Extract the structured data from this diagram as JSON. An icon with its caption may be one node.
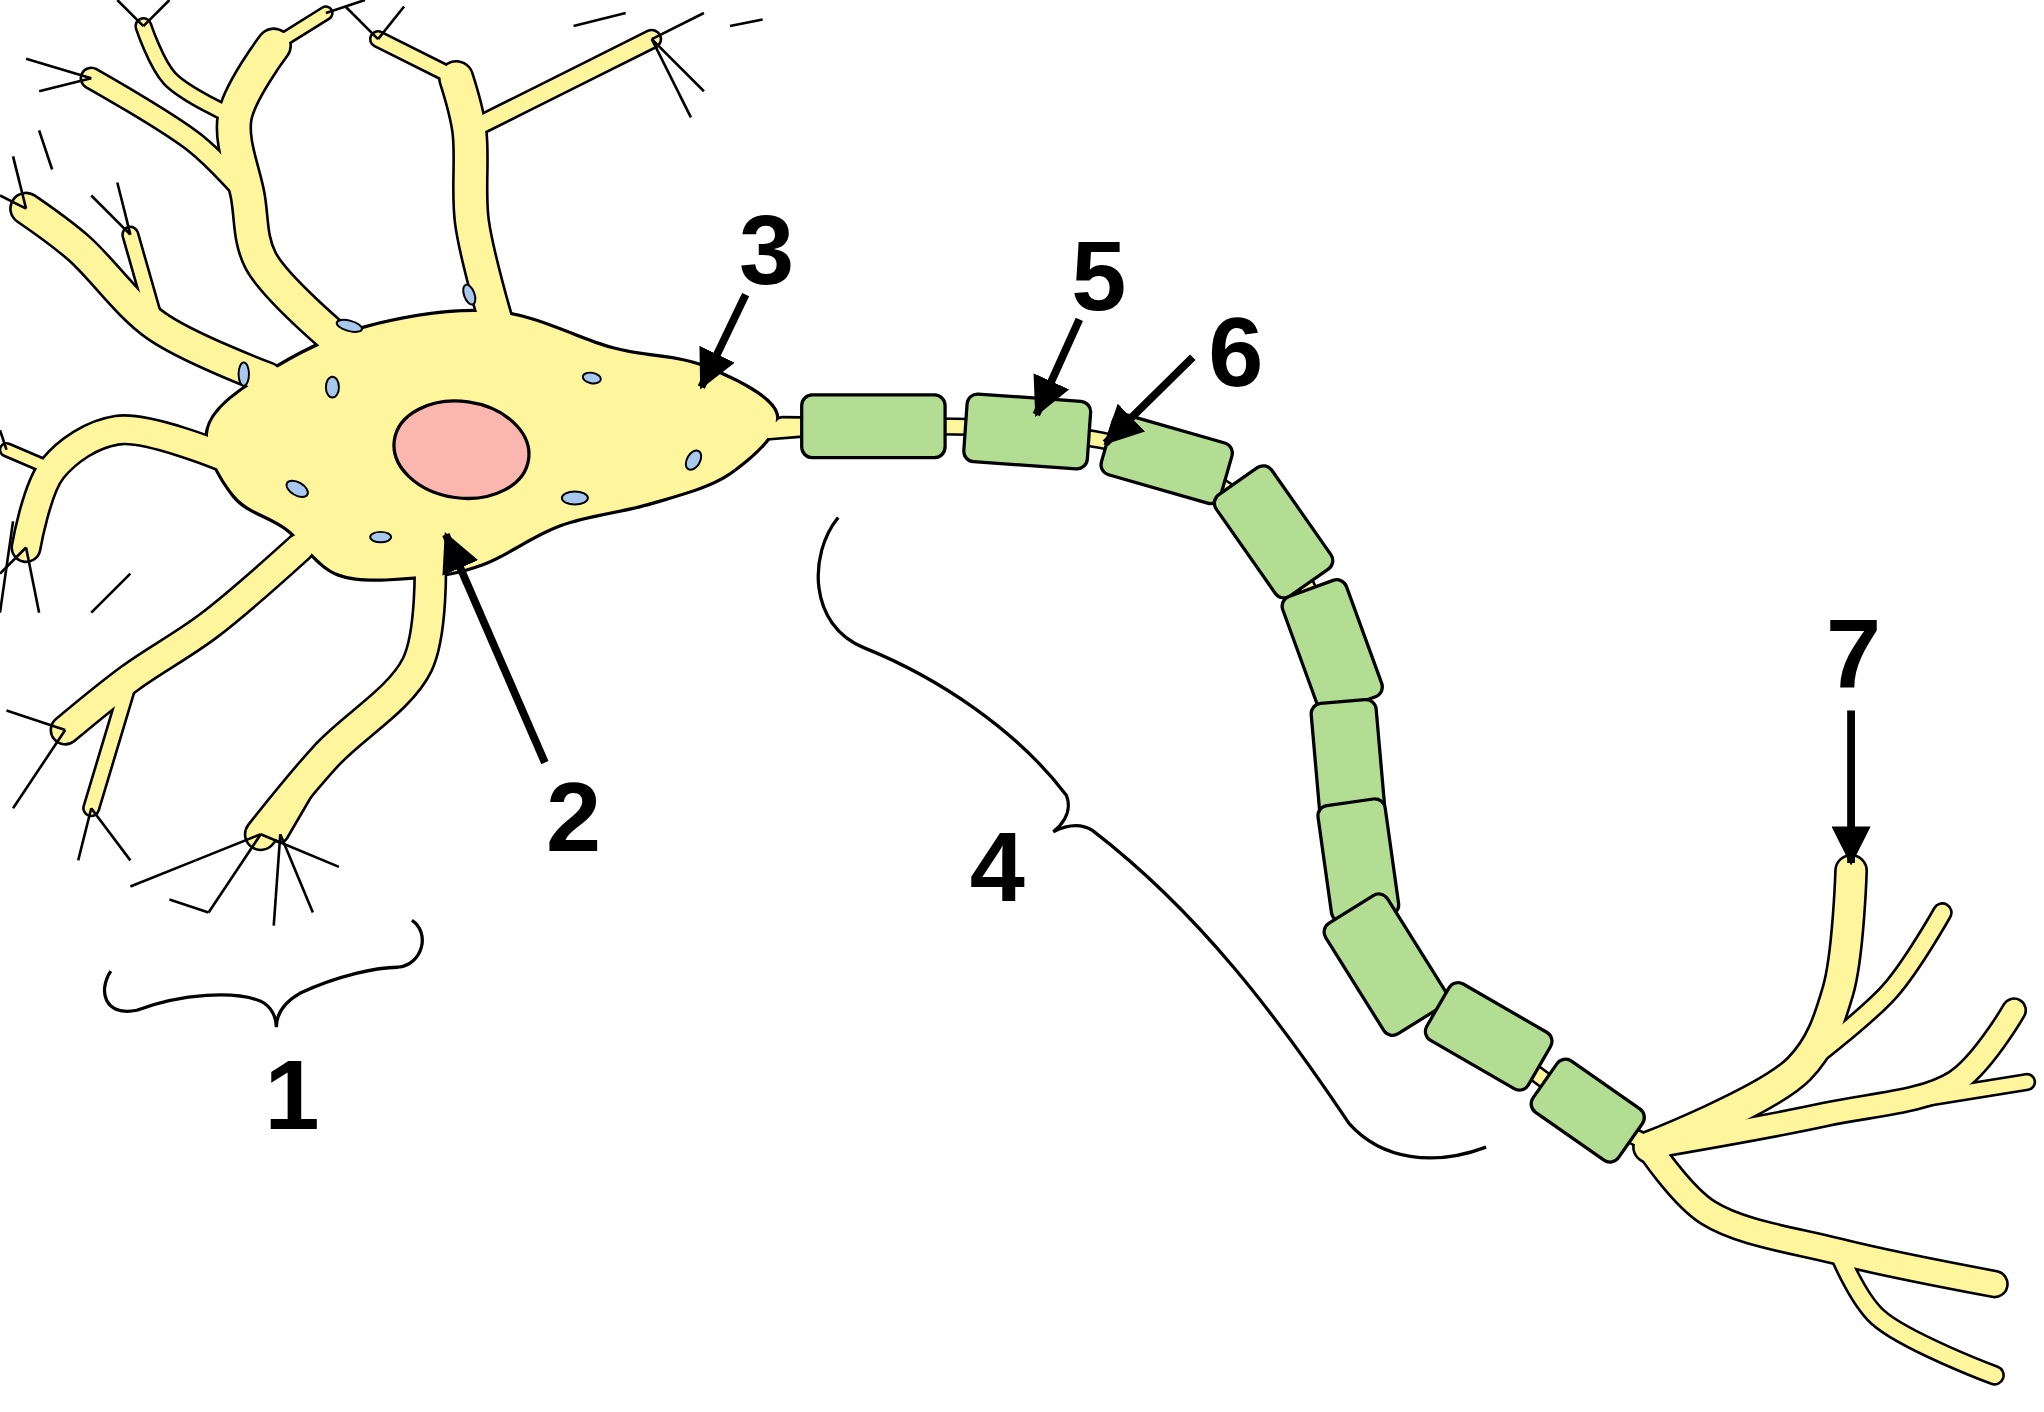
{
  "diagram": {
    "nodes": [
      {
        "text": [
          "3"
        ]
      },
      {
        "text": [
          "5"
        ]
      },
      {
        "text": [
          "6"
        ]
      },
      {
        "text": [
          "7"
        ]
      },
      {
        "text": [
          "2"
        ]
      }
    ],
    "edges": [
      {
        "from": 0,
        "to": null,
        "arrow": "to"
      },
      {
        "from": 1,
        "to": null,
        "arrow": "to"
      },
      {
        "from": 2,
        "to": null,
        "arrow": "to"
      },
      {
        "from": 3,
        "to": null,
        "arrow": "to"
      },
      {
        "from": 4,
        "to": null,
        "arrow": "to"
      }
    ],
    "labels": [
      "4",
      "1"
    ]
  }
}
